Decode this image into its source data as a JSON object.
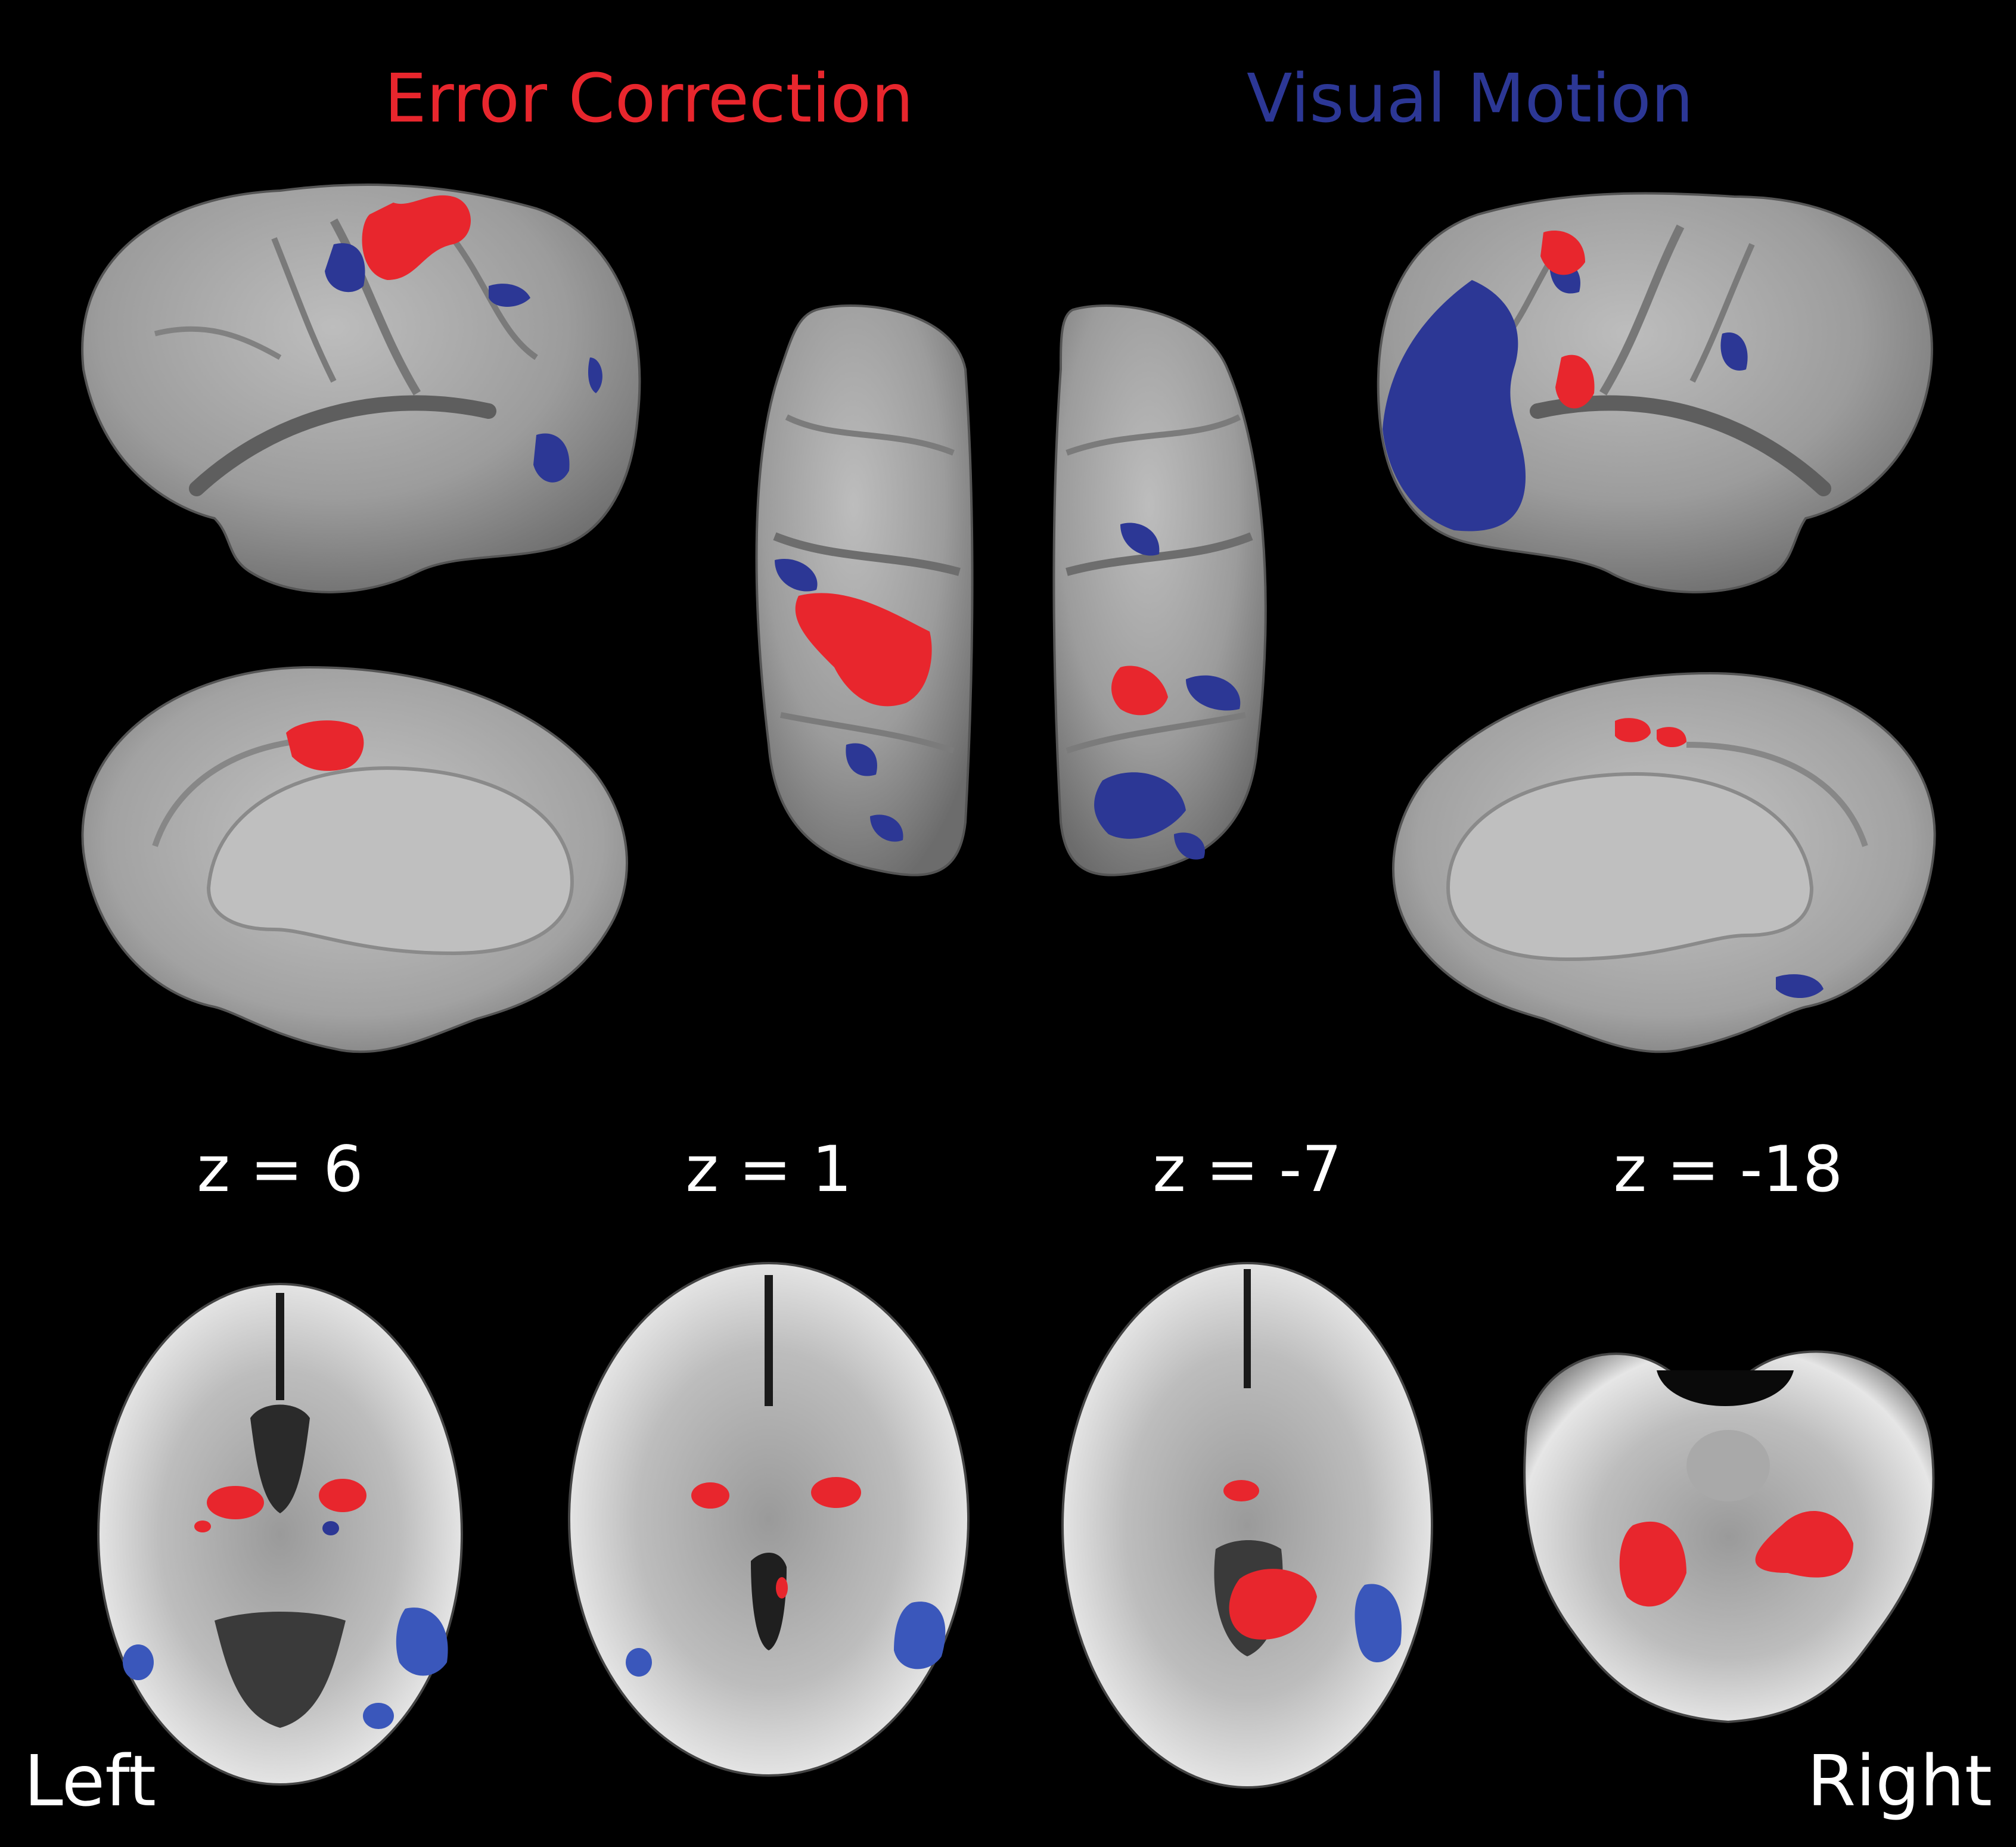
{
  "legend": {
    "error_label": "Error Correction",
    "motion_label": "Visual Motion"
  },
  "slices": [
    {
      "label": "z = 6"
    },
    {
      "label": "z = 1"
    },
    {
      "label": "z = -7"
    },
    {
      "label": "z = -18"
    }
  ],
  "orientation": {
    "left_label": "Left",
    "right_label": "Right"
  },
  "colors": {
    "background": "#000000",
    "error_correction": "#e8262d",
    "visual_motion": "#2c3795",
    "label_text": "#ffffff",
    "cortex": "#9a9a9a",
    "white_matter": "#ebebeb"
  }
}
